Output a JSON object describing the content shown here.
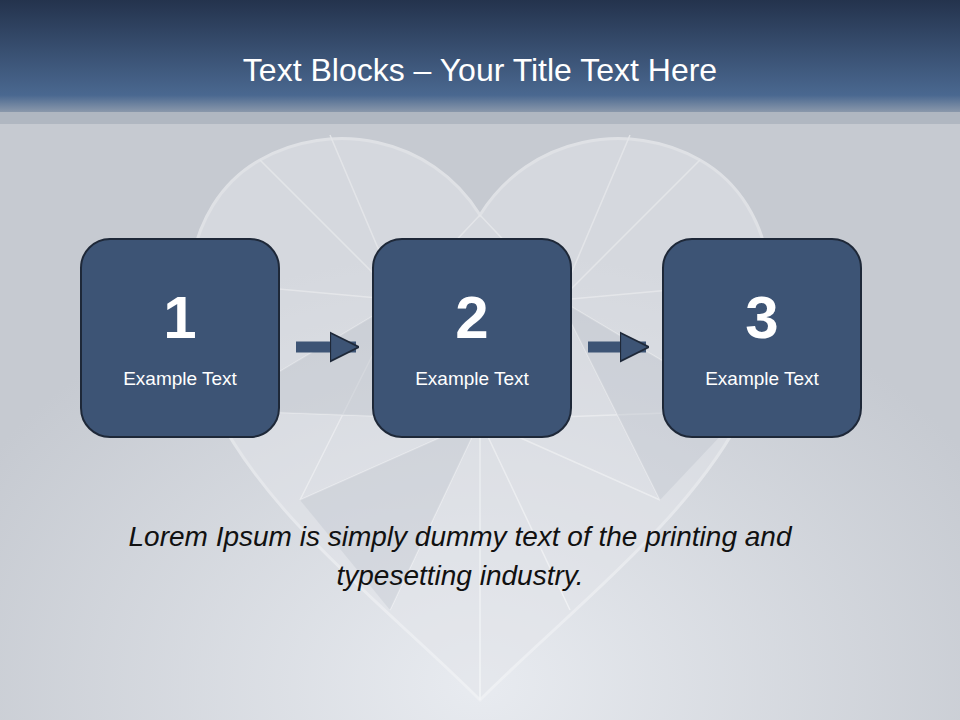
{
  "diagram": {
    "title": "Text Blocks – Your Title Text Here",
    "nodes": [
      {
        "text": [
          "1",
          "Example Text"
        ]
      },
      {
        "text": [
          "2",
          "Example Text"
        ]
      },
      {
        "text": [
          "3",
          "Example Text"
        ]
      }
    ],
    "edges": [
      {
        "from": 0,
        "to": 1,
        "arrow": "to"
      },
      {
        "from": 1,
        "to": 2,
        "arrow": "to"
      }
    ],
    "labels": [
      "Lorem Ipsum is simply dummy text of the printing and typesetting industry."
    ]
  }
}
